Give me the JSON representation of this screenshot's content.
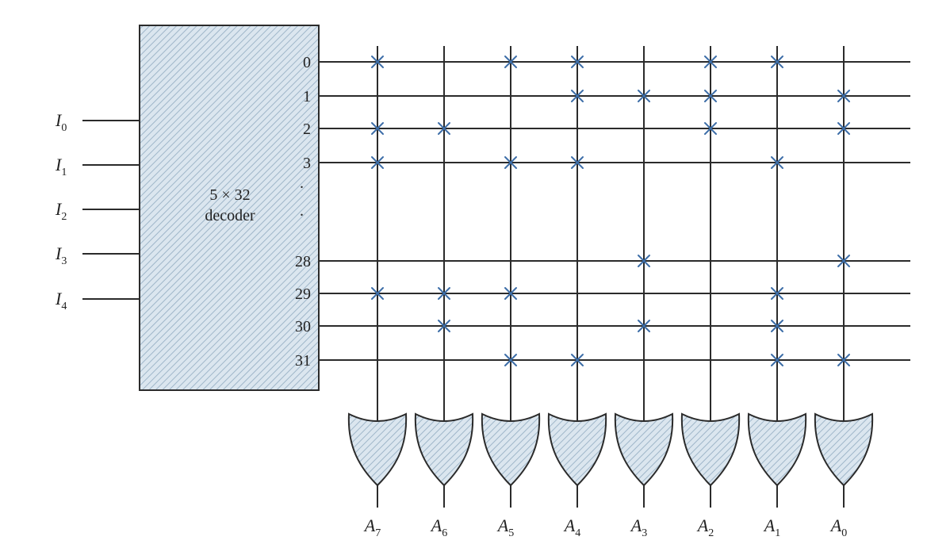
{
  "decoder": {
    "label_line1": "5 × 32",
    "label_line2": "decoder"
  },
  "inputs": [
    {
      "letter": "I",
      "sub": "0"
    },
    {
      "letter": "I",
      "sub": "1"
    },
    {
      "letter": "I",
      "sub": "2"
    },
    {
      "letter": "I",
      "sub": "3"
    },
    {
      "letter": "I",
      "sub": "4"
    }
  ],
  "rows": [
    {
      "label": "0",
      "marks": [
        "A7",
        "A5",
        "A4",
        "A2",
        "A1"
      ]
    },
    {
      "label": "1",
      "marks": [
        "A4",
        "A3",
        "A2",
        "A0"
      ]
    },
    {
      "label": "2",
      "marks": [
        "A7",
        "A6",
        "A2",
        "A0"
      ]
    },
    {
      "label": "3",
      "marks": [
        "A7",
        "A5",
        "A4",
        "A1"
      ]
    },
    {
      "label": "28",
      "marks": [
        "A3",
        "A0"
      ]
    },
    {
      "label": "29",
      "marks": [
        "A7",
        "A6",
        "A5",
        "A1"
      ]
    },
    {
      "label": "30",
      "marks": [
        "A6",
        "A3",
        "A1"
      ]
    },
    {
      "label": "31",
      "marks": [
        "A5",
        "A4",
        "A1",
        "A0"
      ]
    }
  ],
  "outputs": [
    {
      "id": "A7",
      "letter": "A",
      "sub": "7"
    },
    {
      "id": "A6",
      "letter": "A",
      "sub": "6"
    },
    {
      "id": "A5",
      "letter": "A",
      "sub": "5"
    },
    {
      "id": "A4",
      "letter": "A",
      "sub": "4"
    },
    {
      "id": "A3",
      "letter": "A",
      "sub": "3"
    },
    {
      "id": "A2",
      "letter": "A",
      "sub": "2"
    },
    {
      "id": "A1",
      "letter": "A",
      "sub": "1"
    },
    {
      "id": "A0",
      "letter": "A",
      "sub": "0"
    }
  ],
  "ellipsis_dots": [
    ".",
    "."
  ],
  "colors": {
    "wire": "#2b2b2b",
    "mark": "#3d6ea8",
    "fill": "#d7e4ee"
  }
}
